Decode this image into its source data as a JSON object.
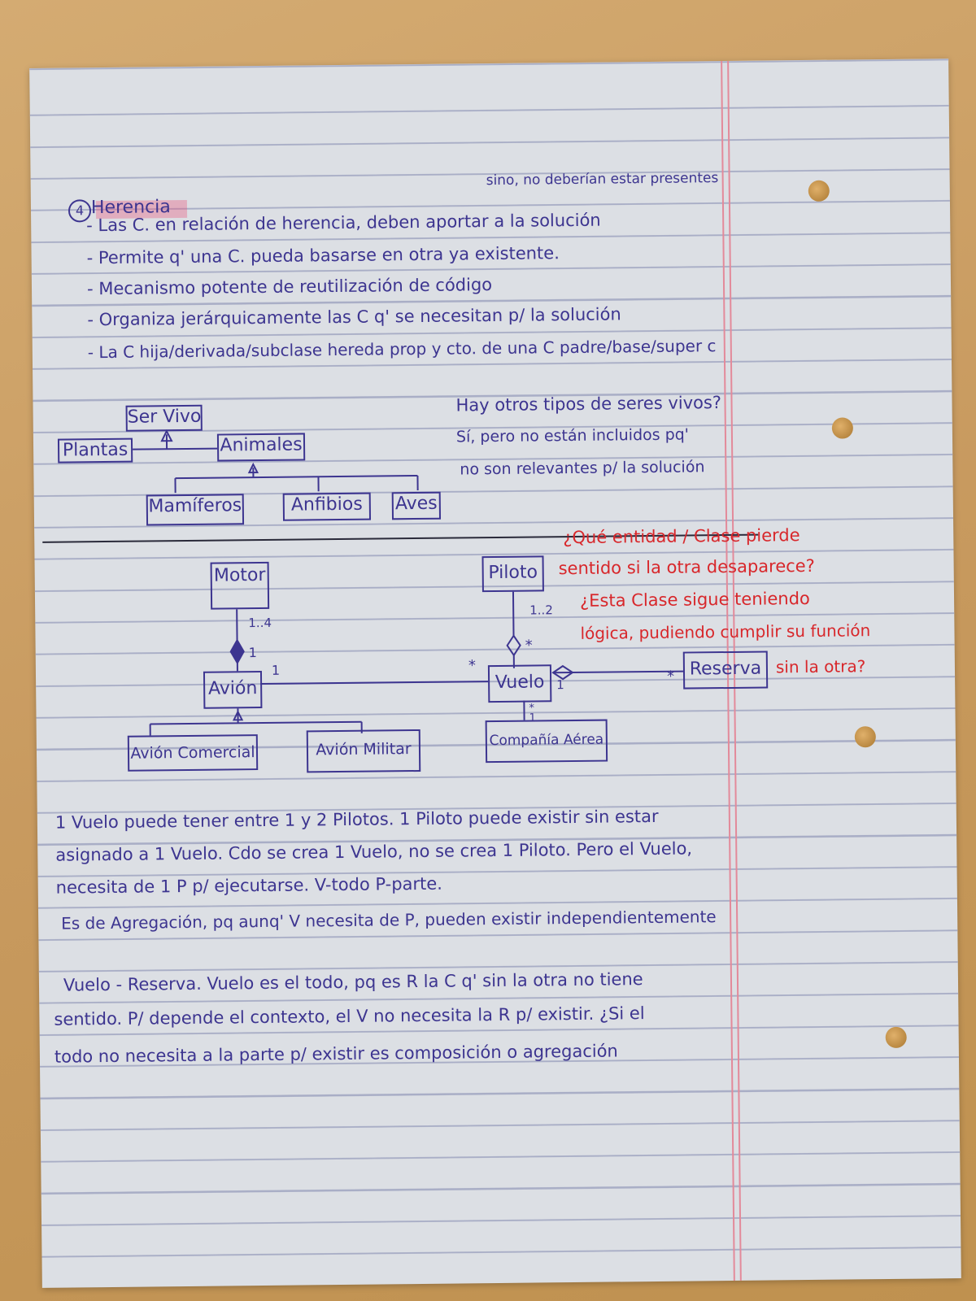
{
  "section": {
    "number": "4",
    "title": "Herencia",
    "margin_note": "sino, no deberían estar presentes",
    "bullets": [
      "- Las C. en relación de herencia, deben aportar a la solución",
      "- Permite q' una C. pueda basarse en otra ya existente.",
      "- Mecanismo potente de reutilización de código",
      "- Organiza jerárquicamente las C q' se necesitan p/ la solución",
      "- La C hija/derivada/subclase hereda prop y cto. de una C padre/base/super c"
    ]
  },
  "diagram1": {
    "root": "Ser Vivo",
    "children": [
      "Plantas",
      "Animales"
    ],
    "grandchildren": [
      "Mamíferos",
      "Anfibios",
      "Aves"
    ]
  },
  "qa1": {
    "question": "Hay otros tipos de seres vivos?",
    "answer_line1": "Sí, pero no están incluidos pq'",
    "answer_line2": "no son relevantes p/ la solución"
  },
  "red_questions": [
    "¿Qué entidad / Clase pierde",
    "sentido si la otra desaparece?",
    "¿Esta Clase sigue teniendo",
    "lógica, pudiendo cumplir su función",
    "sin la otra?"
  ],
  "diagram2": {
    "classes": [
      "Motor",
      "Avión",
      "Avión Comercial",
      "Avión Militar",
      "Piloto",
      "Vuelo",
      "Reserva",
      "Compañía Aérea"
    ],
    "multiplicities": {
      "motor_avion_top": "1..4",
      "motor_avion_bottom": "1",
      "avion_vuelo_left": "1",
      "avion_vuelo_right": "*",
      "piloto_vuelo_top": "1..2",
      "piloto_vuelo_bottom": "*",
      "vuelo_reserva_left": "1",
      "vuelo_reserva_right": "*",
      "vuelo_compania_top": "*",
      "vuelo_compania_bottom": "1"
    }
  },
  "paragraph1": [
    "1 Vuelo puede tener entre 1 y 2 Pilotos. 1 Piloto puede existir sin estar",
    "asignado a 1 Vuelo. Cdo se crea 1 Vuelo, no se crea 1 Piloto. Pero el Vuelo,",
    "necesita de 1 P p/ ejecutarse. V-todo P-parte.",
    "Es de Agregación, pq aunq' V necesita de P, pueden existir independientemente"
  ],
  "paragraph2": [
    "Vuelo - Reserva. Vuelo es el todo, pq es R la C q' sin la otra no tiene",
    "sentido. P/ depende el contexto, el V no necesita la R p/ existir. ¿Si el",
    "todo no necesita a la parte p/ existir es composición o agregación"
  ]
}
